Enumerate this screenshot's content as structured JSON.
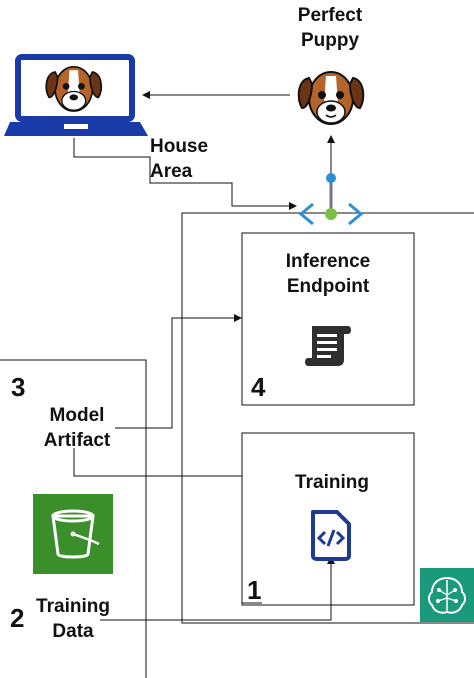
{
  "title": {
    "line1": "Perfect",
    "line2": "Puppy"
  },
  "house_area": {
    "line1": "House",
    "line2": "Area"
  },
  "inference": {
    "line1": "Inference",
    "line2": "Endpoint",
    "step": "4"
  },
  "training": {
    "label": "Training",
    "step": "1"
  },
  "model_artifact": {
    "step": "3",
    "line1": "Model",
    "line2": "Artifact"
  },
  "training_data": {
    "step": "2",
    "line1": "Training",
    "line2": "Data"
  },
  "icons": {
    "laptop": "laptop-icon",
    "puppy": "puppy-icon",
    "endpoint": "api-endpoint-icon",
    "scroll": "scroll-document-icon",
    "code": "code-file-icon",
    "bucket": "s3-bucket-icon",
    "sagemaker": "sagemaker-brain-icon"
  },
  "colors": {
    "laptop_blue": "#1a3aa8",
    "endpoint_blue": "#2c8ed6",
    "endpoint_green": "#7ac142",
    "bucket_green": "#3b8f2b",
    "sagemaker_teal": "#1a9a7a",
    "code_blue": "#1f3a93"
  }
}
